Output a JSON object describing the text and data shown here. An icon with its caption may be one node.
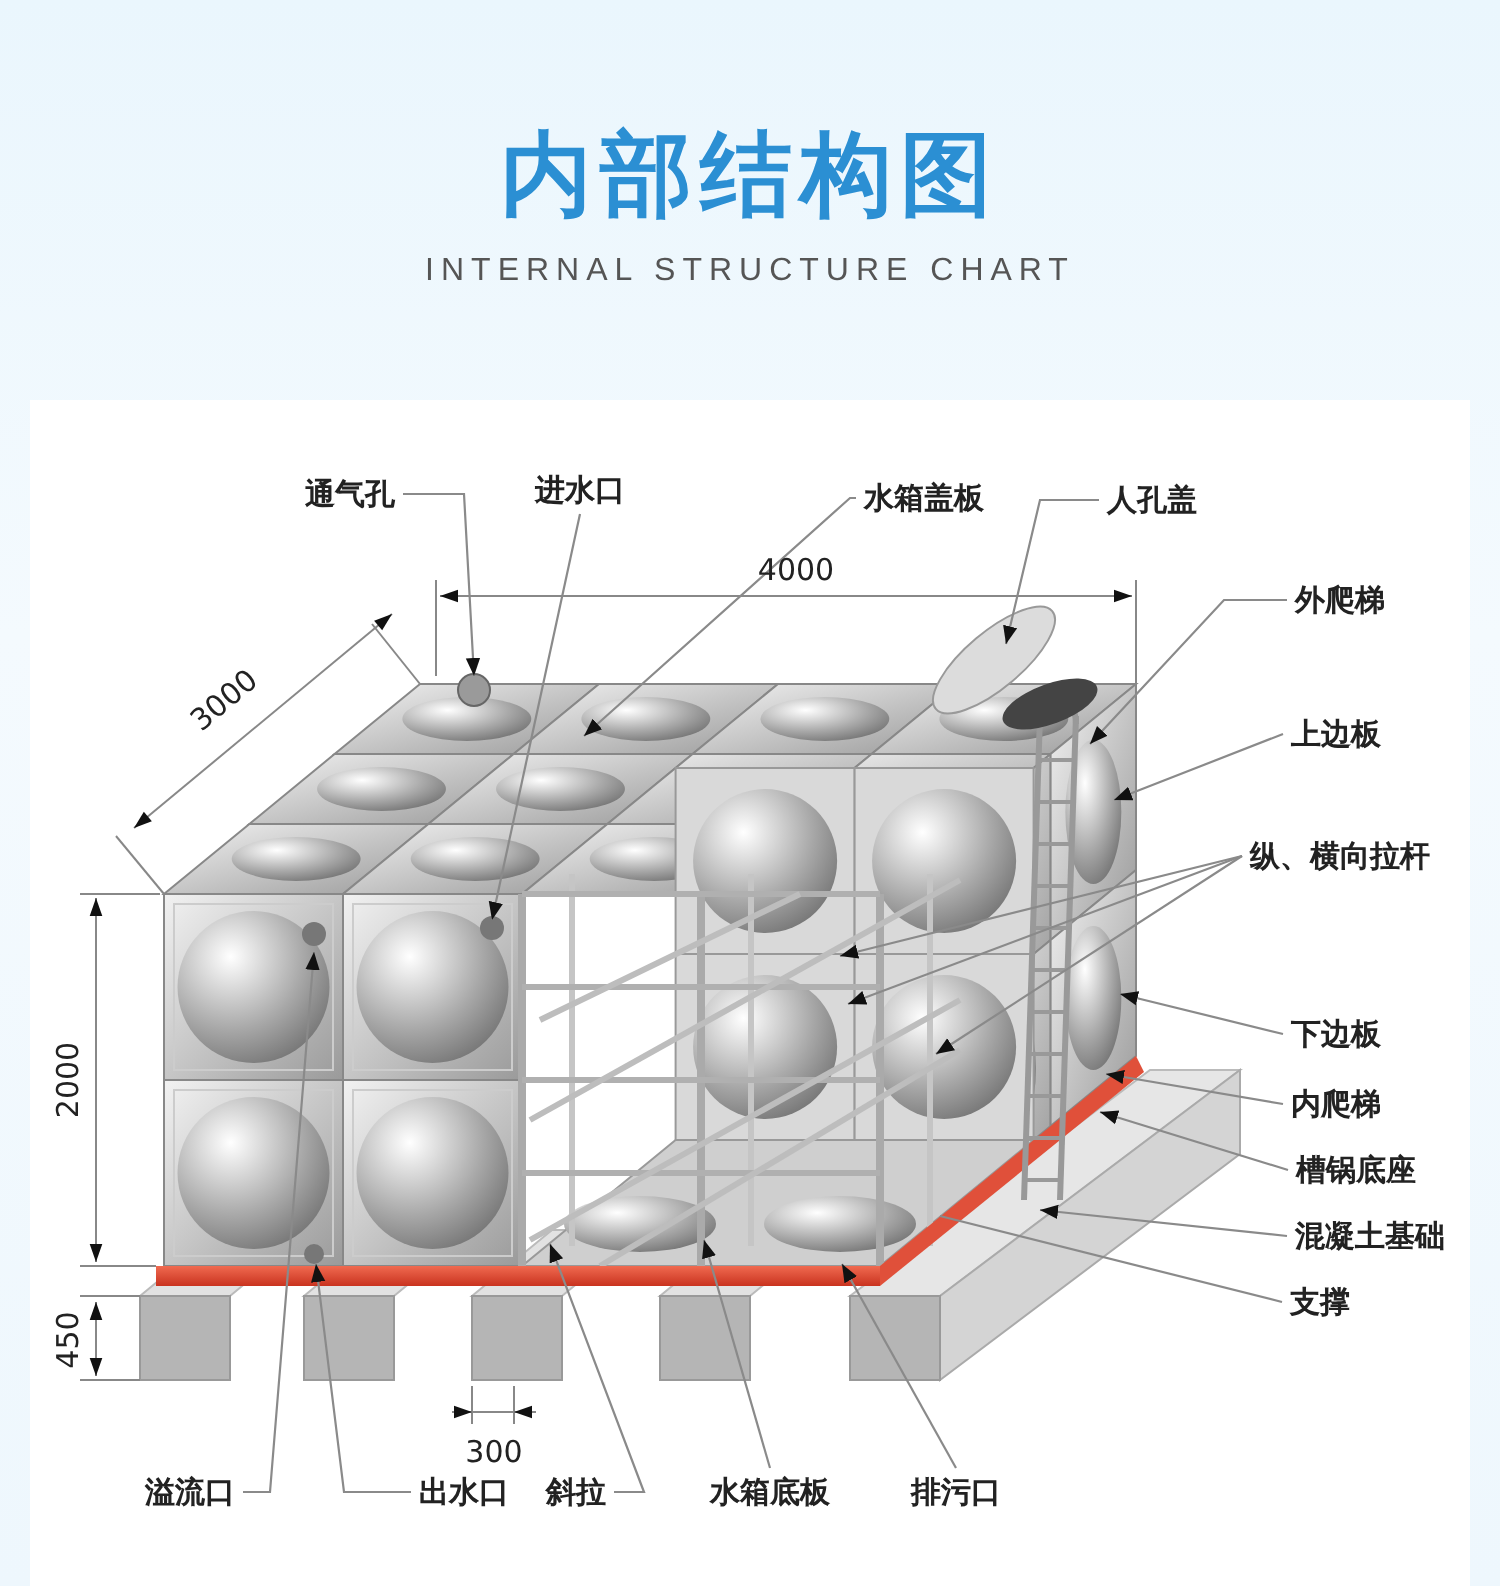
{
  "diagram": {
    "title": "内部结构图",
    "nodes": [
      {
        "text": [
          "通气孔"
        ]
      },
      {
        "text": [
          "进水口"
        ]
      },
      {
        "text": [
          "水箱盖板"
        ]
      },
      {
        "text": [
          "人孔盖"
        ]
      },
      {
        "text": [
          "外爬梯"
        ]
      },
      {
        "text": [
          "上边板"
        ]
      },
      {
        "text": [
          "纵、横向拉杆"
        ]
      },
      {
        "text": [
          "下边板"
        ]
      },
      {
        "text": [
          "内爬梯"
        ]
      },
      {
        "text": [
          "槽锅底座"
        ]
      },
      {
        "text": [
          "混凝土基础"
        ]
      },
      {
        "text": [
          "支撑"
        ]
      },
      {
        "text": [
          "溢流口"
        ]
      },
      {
        "text": [
          "出水口"
        ]
      },
      {
        "text": [
          "斜拉"
        ]
      },
      {
        "text": [
          "水箱底板"
        ]
      },
      {
        "text": [
          "排污口"
        ]
      }
    ],
    "edges": [
      {
        "from": 0,
        "to": null,
        "arrow": "to"
      },
      {
        "from": 1,
        "to": null,
        "arrow": "to"
      },
      {
        "from": 2,
        "to": null,
        "arrow": "to"
      },
      {
        "from": 3,
        "to": null,
        "arrow": "to"
      },
      {
        "from": 4,
        "to": null,
        "arrow": "to"
      },
      {
        "from": 5,
        "to": null,
        "arrow": "to"
      },
      {
        "from": 6,
        "to": null,
        "arrow": "to"
      },
      {
        "from": 6,
        "to": null,
        "arrow": "to"
      },
      {
        "from": 6,
        "to": null,
        "arrow": "to"
      },
      {
        "from": 7,
        "to": null,
        "arrow": "to"
      },
      {
        "from": 8,
        "to": null,
        "arrow": "to"
      },
      {
        "from": 9,
        "to": null,
        "arrow": "to"
      },
      {
        "from": 10,
        "to": null,
        "arrow": "to"
      },
      {
        "from": 11,
        "to": null,
        "arrow": "none"
      },
      {
        "from": 12,
        "to": null,
        "arrow": "to"
      },
      {
        "from": 13,
        "to": null,
        "arrow": "to"
      },
      {
        "from": 14,
        "to": null,
        "arrow": "to"
      },
      {
        "from": 15,
        "to": null,
        "arrow": "to"
      },
      {
        "from": 16,
        "to": null,
        "arrow": "to"
      }
    ],
    "labels": [
      "INTERNAL STRUCTURE CHART",
      "3000",
      "4000",
      "2000",
      "450",
      "300"
    ]
  }
}
